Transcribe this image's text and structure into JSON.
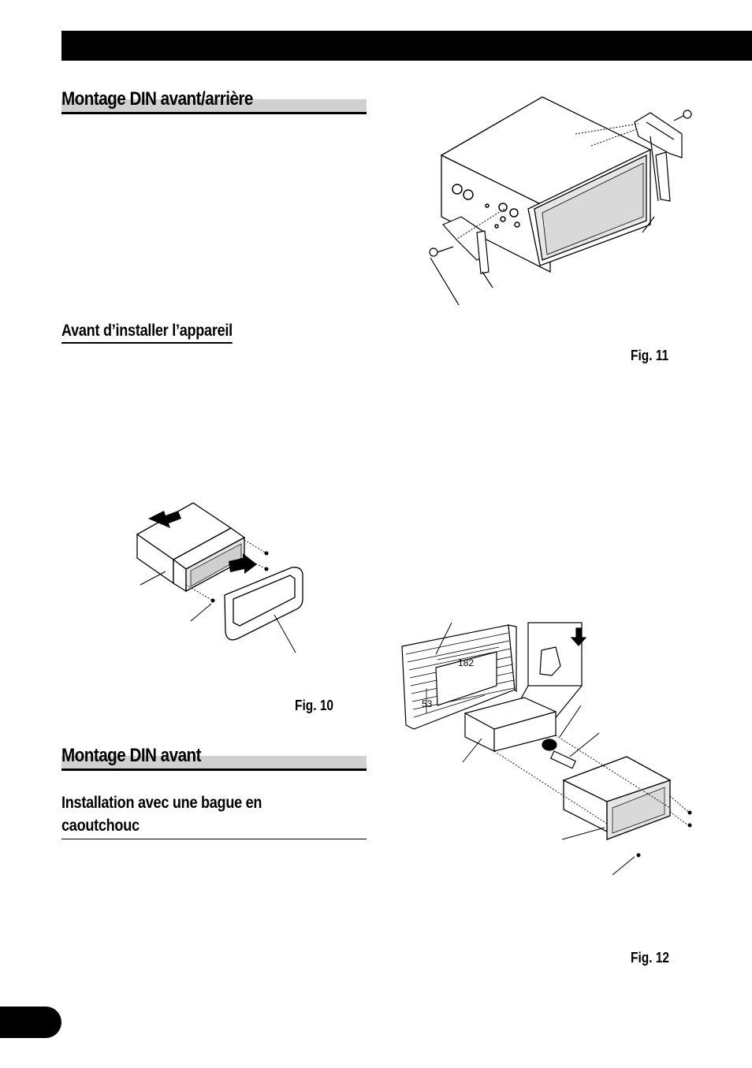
{
  "headings": {
    "front_rear_din": "Montage DIN avant/arrière",
    "before_install": "Avant d’installer l’appareil",
    "front_din": "Montage DIN avant",
    "rubber_bush_line1": "Installation avec une bague en",
    "rubber_bush_line2": "caoutchouc"
  },
  "figures": {
    "fig10": "Fig. 10",
    "fig11": "Fig. 11",
    "fig12": "Fig. 12"
  },
  "fig12_dimensions": {
    "width": "182",
    "height": "53"
  },
  "colors": {
    "bar": "#000000",
    "heading_shade": "#d0d0d0"
  }
}
